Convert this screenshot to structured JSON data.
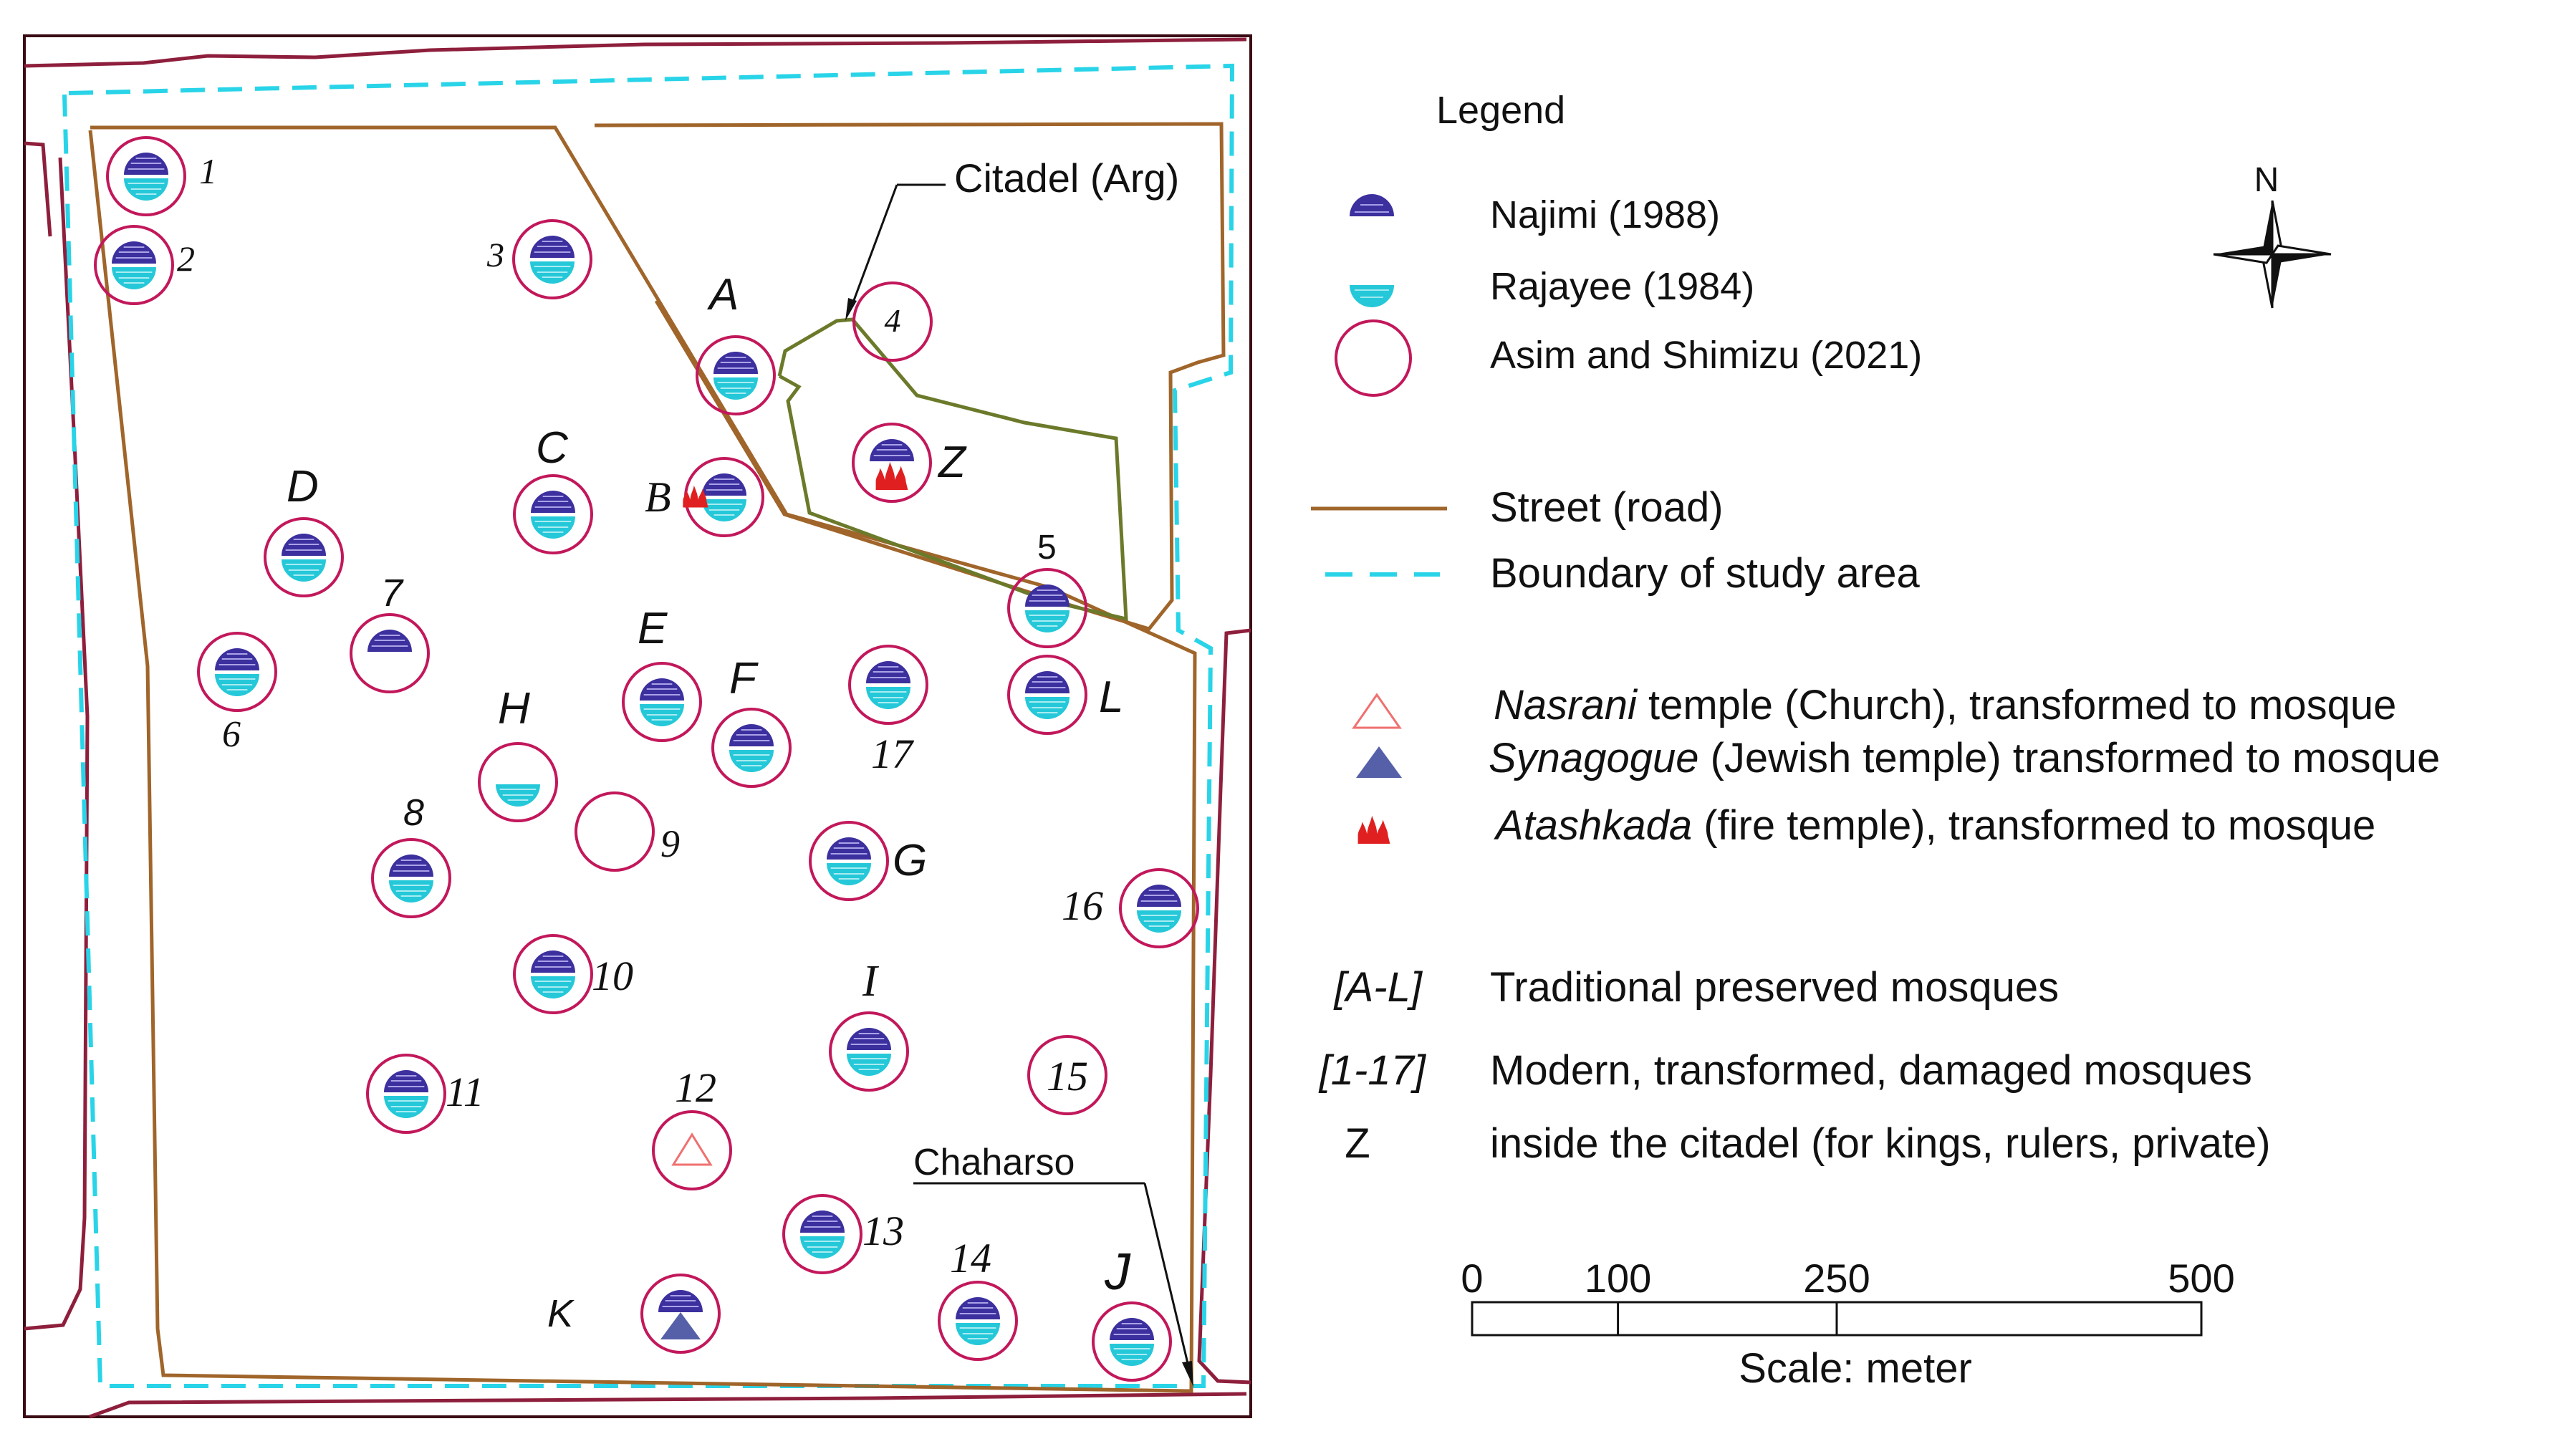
{
  "colors": {
    "ring": "#c2185b",
    "street": "#a0652a",
    "boundary": "#29d4e8",
    "citadel": "#6b7a2a",
    "frame": "#3a0a14",
    "plot_line": "#8e1f3c",
    "najimi": "#3c2f9e",
    "rajayee": "#25c8d8",
    "church": "#f07070",
    "synagogue": "#5560a8",
    "fire": "#e02020"
  },
  "labels": {
    "citadel": "Citadel (Arg)",
    "chaharso": "Chaharso"
  },
  "mosques": [
    {
      "id": "1",
      "type": "both"
    },
    {
      "id": "2",
      "type": "both"
    },
    {
      "id": "3",
      "type": "both"
    },
    {
      "id": "4",
      "type": "ring"
    },
    {
      "id": "5",
      "type": "both"
    },
    {
      "id": "6",
      "type": "both"
    },
    {
      "id": "7",
      "type": "najimi"
    },
    {
      "id": "8",
      "type": "both"
    },
    {
      "id": "9",
      "type": "ring"
    },
    {
      "id": "10",
      "type": "both"
    },
    {
      "id": "11",
      "type": "both"
    },
    {
      "id": "12",
      "type": "church"
    },
    {
      "id": "13",
      "type": "both"
    },
    {
      "id": "14",
      "type": "both"
    },
    {
      "id": "15",
      "type": "ring"
    },
    {
      "id": "16",
      "type": "both"
    },
    {
      "id": "17",
      "type": "both"
    },
    {
      "id": "A",
      "type": "both"
    },
    {
      "id": "B",
      "type": "both_fire"
    },
    {
      "id": "C",
      "type": "both"
    },
    {
      "id": "D",
      "type": "both"
    },
    {
      "id": "E",
      "type": "both"
    },
    {
      "id": "F",
      "type": "both"
    },
    {
      "id": "G",
      "type": "both"
    },
    {
      "id": "H",
      "type": "rajayee"
    },
    {
      "id": "I",
      "type": "both"
    },
    {
      "id": "J",
      "type": "both"
    },
    {
      "id": "K",
      "type": "najimi_synagogue"
    },
    {
      "id": "L",
      "type": "both"
    },
    {
      "id": "Z",
      "type": "najimi_fire"
    }
  ],
  "legend": {
    "title": "Legend",
    "north": "N",
    "items": [
      {
        "key": "najimi",
        "label": "Najimi (1988)"
      },
      {
        "key": "rajayee",
        "label": "Rajayee (1984)"
      },
      {
        "key": "asim",
        "label": "Asim and Shimizu (2021)"
      },
      {
        "key": "street",
        "label": "Street (road)"
      },
      {
        "key": "boundary",
        "label": "Boundary of study area"
      },
      {
        "key": "church",
        "label_italic": "Nasrani",
        "label_rest": " temple (Church), transformed to mosque"
      },
      {
        "key": "synagogue",
        "label_italic": "Synagogue",
        "label_rest": " (Jewish temple) transformed to mosque"
      },
      {
        "key": "fire",
        "label_italic": "Atashkada",
        "label_rest": " (fire temple), transformed to mosque"
      }
    ],
    "codes": [
      {
        "code": "[A-L]",
        "label": "Traditional preserved mosques"
      },
      {
        "code": "[1-17]",
        "label": "Modern, transformed, damaged mosques"
      },
      {
        "code": "Z",
        "label": "inside the citadel (for kings, rulers, private)"
      }
    ]
  },
  "scale": {
    "ticks": [
      "0",
      "100",
      "250",
      "500"
    ],
    "tick_values": [
      0,
      100,
      250,
      500
    ],
    "caption": "Scale: meter"
  }
}
